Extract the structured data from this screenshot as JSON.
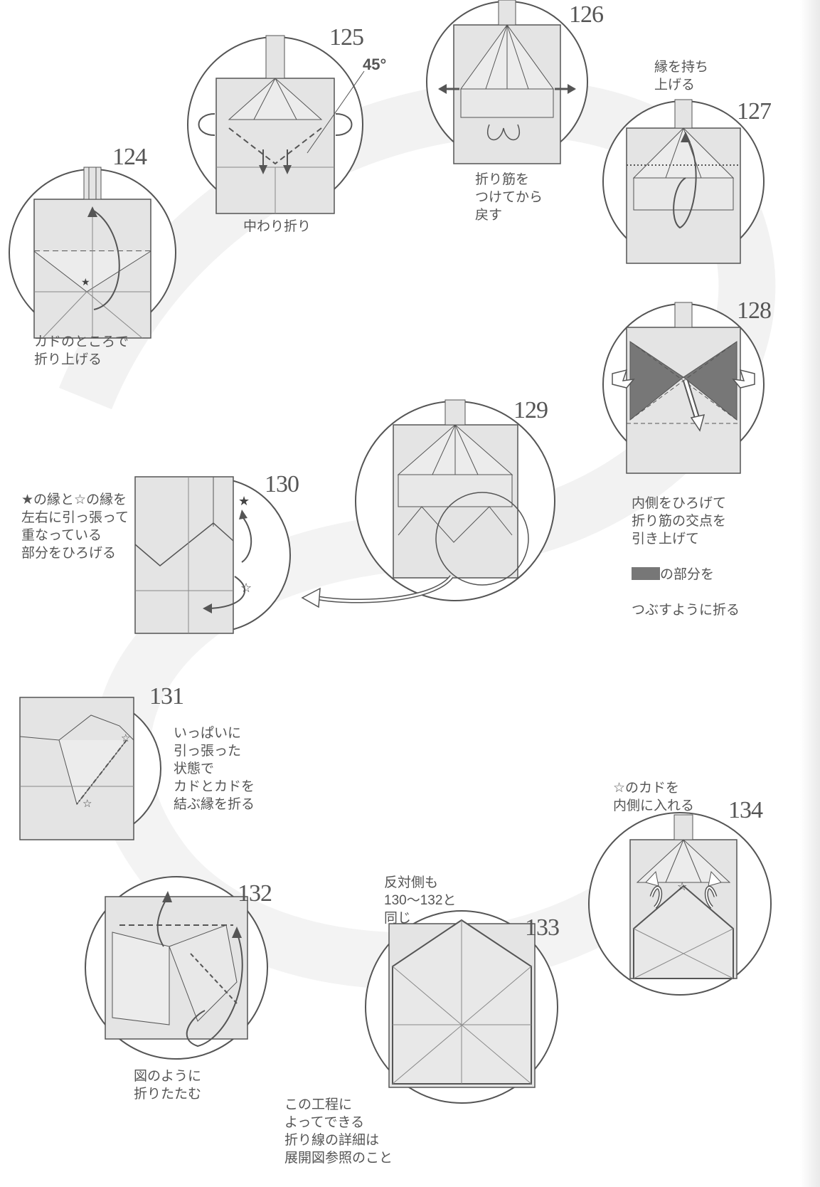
{
  "steps": [
    {
      "number": "124",
      "note": "カドのところで\n折り上げる"
    },
    {
      "number": "125",
      "note": "中わり折り",
      "angle_label": "45°"
    },
    {
      "number": "126",
      "note": "折り筋を\nつけてから\n戻す"
    },
    {
      "number": "127",
      "note": "縁を持ち\n上げる"
    },
    {
      "number": "128",
      "note_line1": "内側をひろげて\n折り筋の交点を\n引き上げて",
      "note_line2": "の部分を",
      "note_line3": "つぶすように折る"
    },
    {
      "number": "129"
    },
    {
      "number": "130",
      "note": "★の縁と☆の縁を\n左右に引っ張って\n重なっている\n部分をひろげる"
    },
    {
      "number": "131",
      "note": "いっぱいに\n引っ張った\n状態で\nカドとカドを\n結ぶ縁を折る"
    },
    {
      "number": "132",
      "note": "図のように\n折りたたむ"
    },
    {
      "number": "133",
      "note_above": "反対側も\n130〜132と\n同じ",
      "note_below": "この工程に\nよってできる\n折り線の詳細は\n展開図参照のこと"
    },
    {
      "number": "134",
      "note": "☆のカドを\n内側に入れる"
    }
  ],
  "symbols": {
    "star_filled": "★",
    "star_open": "☆"
  },
  "colors": {
    "paper": "#e4e4e4",
    "ink": "#555555",
    "shade": "#777777"
  }
}
